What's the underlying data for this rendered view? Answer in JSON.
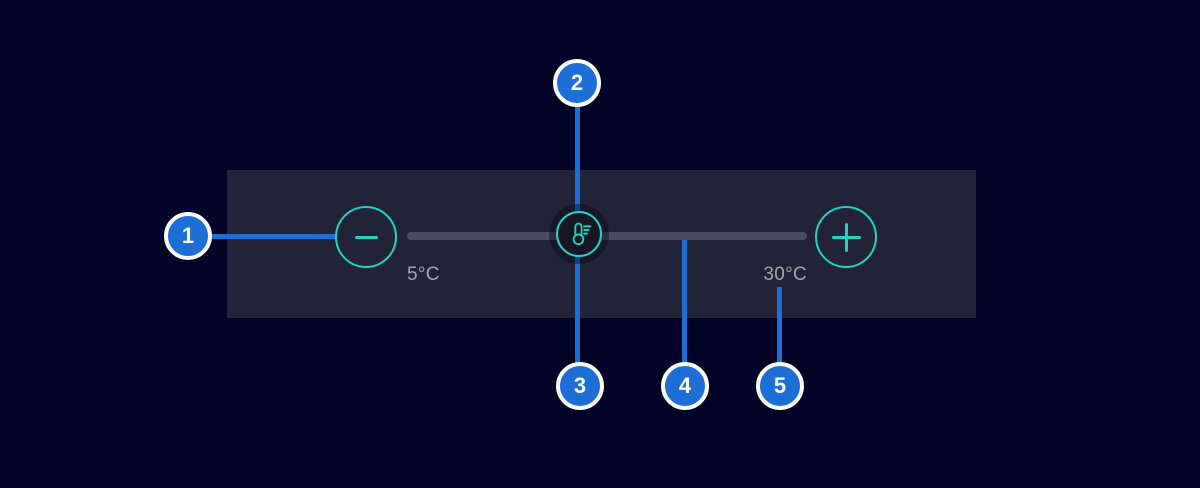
{
  "colors": {
    "background": "#020226",
    "panel": "#232337",
    "track": "#4b4b60",
    "accent_teal": "#23d2c6",
    "callout_blue": "#1d6fd6",
    "callout_ring": "#ffffff",
    "label_gray": "#a3a4b2",
    "handle_fill": "#161624"
  },
  "slider": {
    "min_label": "5°C",
    "max_label": "30°C",
    "decrease_icon": "minus-icon",
    "increase_icon": "plus-icon",
    "handle_icon": "thermometer-icon"
  },
  "callouts": [
    {
      "number": "1"
    },
    {
      "number": "2"
    },
    {
      "number": "3"
    },
    {
      "number": "4"
    },
    {
      "number": "5"
    }
  ]
}
